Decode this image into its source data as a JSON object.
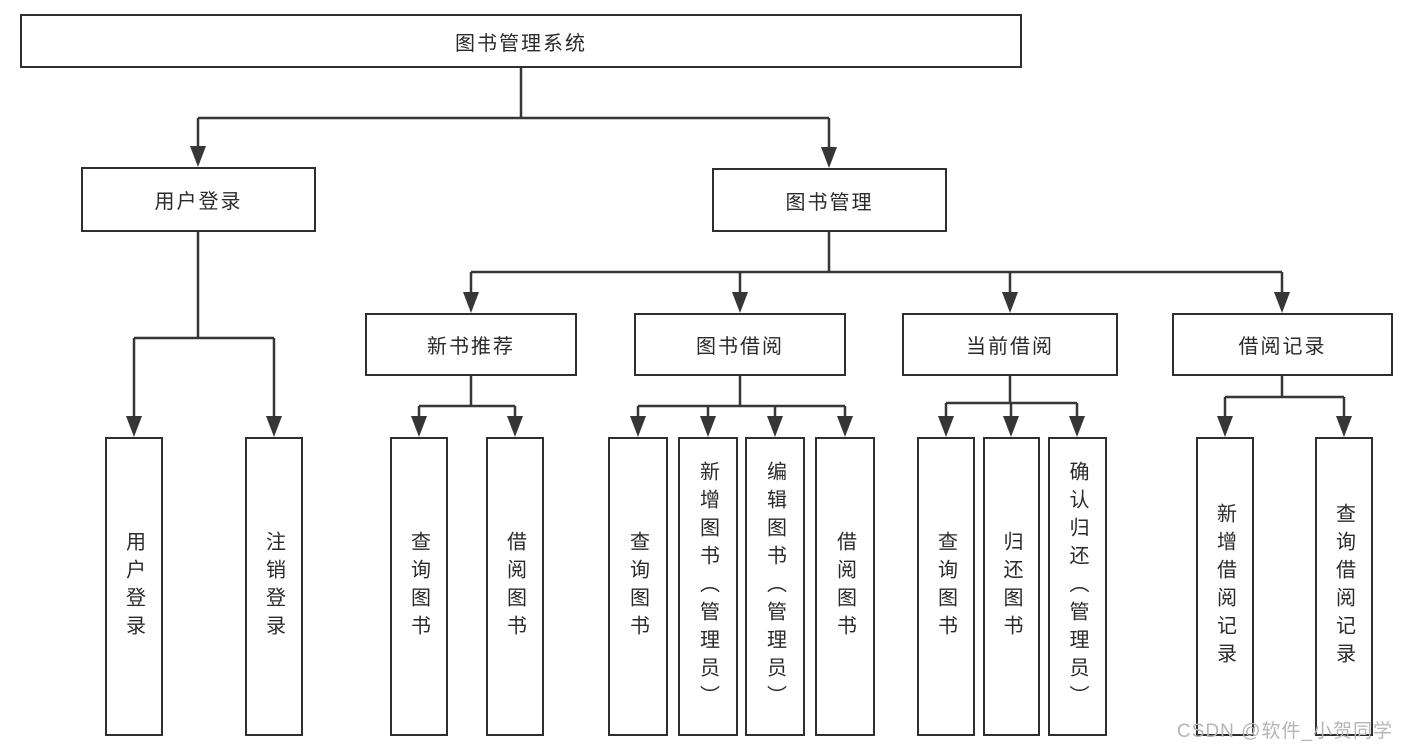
{
  "diagram": {
    "root": {
      "label": "图书管理系统"
    },
    "level2": [
      {
        "id": "user-login",
        "label": "用户登录"
      },
      {
        "id": "book-management",
        "label": "图书管理"
      }
    ],
    "level3": [
      {
        "id": "new-book-recommend",
        "label": "新书推荐"
      },
      {
        "id": "book-borrow",
        "label": "图书借阅"
      },
      {
        "id": "current-borrow",
        "label": "当前借阅"
      },
      {
        "id": "borrow-records",
        "label": "借阅记录"
      }
    ],
    "leaves": [
      {
        "parent": "user-login",
        "label": "用户登录"
      },
      {
        "parent": "user-login",
        "label": "注销登录"
      },
      {
        "parent": "new-book-recommend",
        "label": "查询图书"
      },
      {
        "parent": "new-book-recommend",
        "label": "借阅图书"
      },
      {
        "parent": "book-borrow",
        "label": "查询图书"
      },
      {
        "parent": "book-borrow",
        "label": "新增图书（管理员）"
      },
      {
        "parent": "book-borrow",
        "label": "编辑图书（管理员）"
      },
      {
        "parent": "book-borrow",
        "label": "借阅图书"
      },
      {
        "parent": "current-borrow",
        "label": "查询图书"
      },
      {
        "parent": "current-borrow",
        "label": "归还图书"
      },
      {
        "parent": "current-borrow",
        "label": "确认归还（管理员）"
      },
      {
        "parent": "borrow-records",
        "label": "新增借阅记录"
      },
      {
        "parent": "borrow-records",
        "label": "查询借阅记录"
      }
    ]
  },
  "watermark": {
    "text": "CSDN @软件_小贺同学"
  },
  "colors": {
    "line": "#363636",
    "border": "#2f2f2f",
    "text": "#2a2a2a",
    "background": "#ffffff",
    "watermark": "#b5b5b5"
  }
}
